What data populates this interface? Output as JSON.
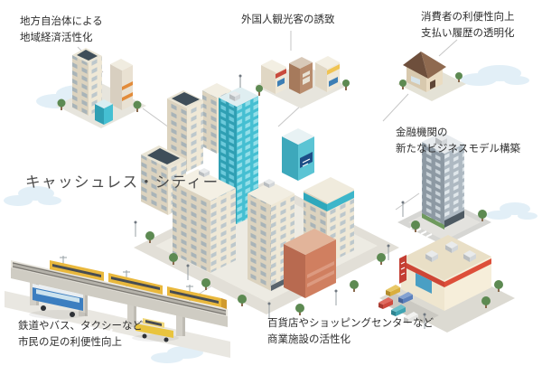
{
  "title": "キャッシュレス・シティー",
  "labels": {
    "top_left": {
      "line1": "地方自治体による",
      "line2": "地域経済活性化"
    },
    "top_center": {
      "line1": "外国人観光客の誘致"
    },
    "top_right": {
      "line1": "消費者の利便性向上",
      "line2": "支払い履歴の透明化"
    },
    "right": {
      "line1": "金融機関の",
      "line2": "新たなビジネスモデル構築"
    },
    "bottom_left": {
      "line1": "鉄道やバス、タクシーなど",
      "line2": "市民の足の利便性向上"
    },
    "bottom_center": {
      "line1": "百貨店やショッピングセンターなど",
      "line2": "商業施設の活性化"
    }
  },
  "palette": {
    "background": "#ffffff",
    "cloud": "#e2eff7",
    "text": "#2f2f2f",
    "title_text": "#4a4a4a",
    "connector": "#c6c6c6",
    "building_cream": "#efe8d6",
    "glass_teal": "#45bfd2",
    "bank_gray": "#aeb9c2",
    "mall_red": "#ce4636",
    "train_yellow": "#e9b83d",
    "bus_blue": "#3c7ec0",
    "taxi_yellow": "#e9c43e",
    "roof_brown": "#7d5b45",
    "tree_green": "#5d8a52"
  }
}
